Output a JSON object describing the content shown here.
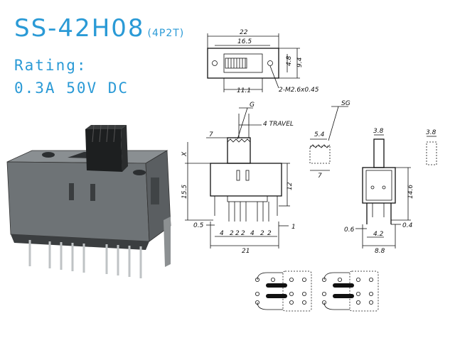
{
  "header": {
    "model": "SS-42H08",
    "model_suffix": "(4P2T)",
    "rating_label": "Rating:",
    "rating_value": "0.3A  50V  DC"
  },
  "colors": {
    "accent": "#2a9ad6",
    "line": "#111111"
  },
  "top_view": {
    "dim_overall": "22",
    "dim_hole_pitch": "16.5",
    "dim_slot": "11.1",
    "dim_inner_h": "4.8",
    "dim_outer_h": "9.4",
    "hole_note": "2-M2.6x0.45"
  },
  "front_view": {
    "label_g": "G",
    "label_travel": "4 TRAVEL",
    "dim_7": "7",
    "dim_x": "X",
    "dim_15_5": "15.5",
    "dim_12": "12",
    "dim_0_5": "0.5",
    "dim_1": "1",
    "pitch_4a": "4",
    "pitch_2a": "2",
    "pitch_2b": "2",
    "pitch_2c": "2",
    "pitch_4b": "4",
    "pitch_2d": "2",
    "pitch_2e": "2",
    "dim_21": "21"
  },
  "actuator_detail": {
    "label_sg": "SG",
    "dim_5_4": "5.4",
    "dim_7": "7"
  },
  "side_view": {
    "dim_3_8": "3.8",
    "dim_14_6": "14.6",
    "dim_0_6": "0.6",
    "dim_0_4": "0.4",
    "dim_4_2": "4.2",
    "dim_8_8": "8.8"
  },
  "side_detail": {
    "dim_3_8": "3.8"
  }
}
